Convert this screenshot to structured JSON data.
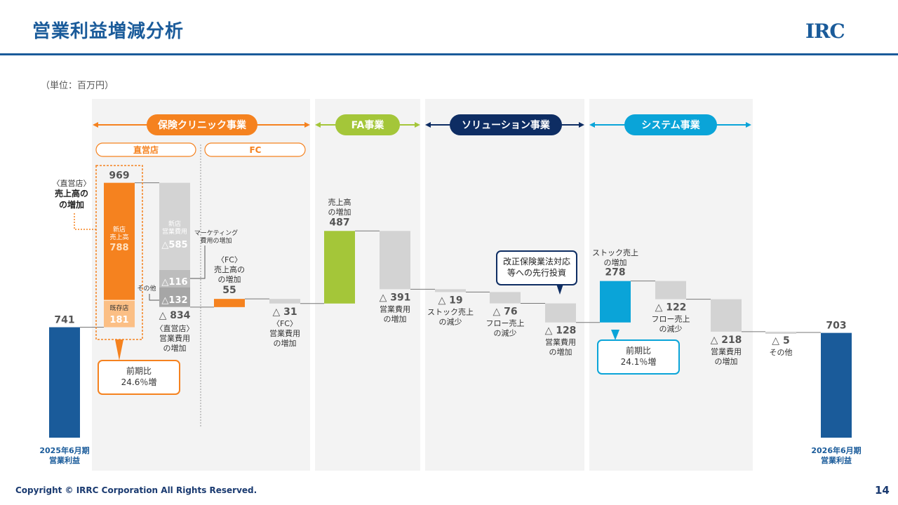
{
  "header": {
    "title": "営業利益増減分析",
    "logo_text": "IRC",
    "unit": "（単位：百万円）"
  },
  "footer": {
    "copyright": "Copyright © IRRC Corporation All Rights Reserved.",
    "page_number": "14"
  },
  "colors": {
    "navy": "#1a5b9a",
    "orange": "#f5821f",
    "light_orange": "#fbbf85",
    "green": "#a4c639",
    "cyan": "#0aa4d8",
    "dark_navy": "#0e2d63",
    "gray": "#d3d3d3",
    "dark_gray": "#a6a6a6"
  },
  "segments": {
    "clinic": "保険クリニック事業",
    "fa": "FA事業",
    "solution": "ソリューション事業",
    "system": "システム事業",
    "sub_direct": "直営店",
    "sub_fc": "FC"
  },
  "callouts": {
    "direct_sales_increase": "〈直営店〉\n売上高の\nの増加",
    "yoy_clinic": "前期比\n24.6％増",
    "yoy_system": "前期比\n24.1％増",
    "proactive_investment": "改正保険業法対応\n等への先行投資",
    "new_store_sales": "新店\n売上高",
    "existing_store": "既存店",
    "new_store_expense": "新店\n営業費用",
    "marketing_expense": "マーケティング\n費用の増加",
    "other": "その他"
  },
  "chart_data": {
    "type": "waterfall",
    "title": "",
    "start": {
      "label": "2025年6月期\n営業利益",
      "value": 741
    },
    "end": {
      "label": "2026年6月期\n営業利益",
      "value": 703
    },
    "steps": [
      {
        "key": "direct_sales",
        "segment": "保険クリニック事業",
        "label": "〈直営店〉売上高の増加",
        "value": 969,
        "display": "969",
        "breakdown": [
          {
            "label": "既存店",
            "value": 181,
            "display": "181"
          },
          {
            "label": "新店 売上高",
            "value": 788,
            "display": "788"
          }
        ]
      },
      {
        "key": "direct_expense",
        "segment": "保険クリニック事業",
        "label": "〈直営店〉\n営業費用\nの増加",
        "value": -834,
        "display": "△ 834",
        "breakdown": [
          {
            "label": "その他",
            "value": -132,
            "display": "△132"
          },
          {
            "label": "マーケティング費用の増加",
            "value": -116,
            "display": "△116"
          },
          {
            "label": "新店 営業費用",
            "value": -585,
            "display": "△585"
          }
        ]
      },
      {
        "key": "fc_sales",
        "segment": "保険クリニック事業",
        "label": "〈FC〉\n売上高の\nの増加",
        "value": 55,
        "display": "55"
      },
      {
        "key": "fc_expense",
        "segment": "保険クリニック事業",
        "label": "〈FC〉\n営業費用\nの増加",
        "value": -31,
        "display": "△ 31"
      },
      {
        "key": "fa_sales",
        "segment": "FA事業",
        "label": "売上高\nの増加",
        "value": 487,
        "display": "487"
      },
      {
        "key": "fa_expense",
        "segment": "FA事業",
        "label": "営業費用\nの増加",
        "value": -391,
        "display": "△ 391"
      },
      {
        "key": "sol_stock",
        "segment": "ソリューション事業",
        "label": "ストック売上\nの減少",
        "value": -19,
        "display": "△ 19"
      },
      {
        "key": "sol_flow",
        "segment": "ソリューション事業",
        "label": "フロー売上\nの減少",
        "value": -76,
        "display": "△ 76"
      },
      {
        "key": "sol_expense",
        "segment": "ソリューション事業",
        "label": "営業費用\nの増加",
        "value": -128,
        "display": "△ 128"
      },
      {
        "key": "sys_stock",
        "segment": "システム事業",
        "label": "ストック売上\nの増加",
        "value": 278,
        "display": "278"
      },
      {
        "key": "sys_flow",
        "segment": "システム事業",
        "label": "フロー売上\nの減少",
        "value": -122,
        "display": "△ 122"
      },
      {
        "key": "sys_expense",
        "segment": "システム事業",
        "label": "営業費用\nの増加",
        "value": -218,
        "display": "△ 218"
      },
      {
        "key": "other",
        "segment": "",
        "label": "その他",
        "value": -5,
        "display": "△ 5"
      }
    ]
  }
}
